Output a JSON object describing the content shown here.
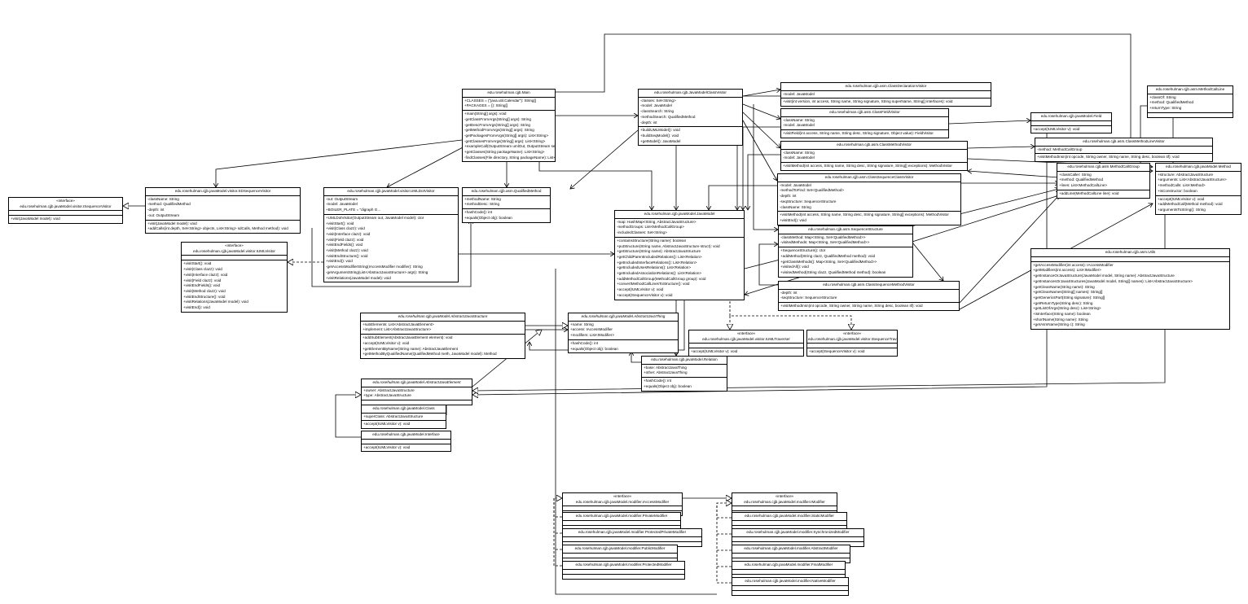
{
  "classes": {
    "isequencevisitor": {
      "stereotype": "«interface»",
      "name": "edu.rosehulman.cjjb.javaModel.visitor.ISequenceVisitor",
      "fields": [],
      "methods": [
        "+visit(JavaModel model): void"
      ]
    },
    "sdsequencevisitor": {
      "name": "edu.rosehulman.cjjb.javaModel.visitor.SDSequenceVisitor",
      "fields": [
        "-className: String",
        "-method: QualifiedMethod",
        "-depth: int",
        "-out: OutputStream"
      ],
      "methods": [
        "+visit(JavaModel model): void",
        "+addCalls(int depth, Set<String> objects, List<String> sdCalls, Method method): void"
      ]
    },
    "umldotvisitor": {
      "name": "edu.rosehulman.cjjb.javaModel.visitor.UMLDotVisitor",
      "fields": [
        "-out: OutputStream",
        "-model: JavaModel",
        "+BOILER_PLATE = \"digraph G..."
      ],
      "methods": [
        "+UMLDotVisitor(OutputStream out, JavaModel model): ctor",
        "+visitStart(): void",
        "+visit(Class clazz): void",
        "+visit(Interface clazz): void",
        "+visit(Field clazz): void",
        "+visitEndFields(): void",
        "+visit(Method clazz): void",
        "+visitEndStructure(): void",
        "+visitEnd(): void",
        "-getAccessModifierString(IAccessModifier modifier): String",
        "-getArgumentString(List<AbstractJavaStructure> args): String",
        "+visitRelations(JavaModel model): void"
      ]
    },
    "iumlvisitor": {
      "stereotype": "«interface»",
      "name": "edu.rosehulman.cjjb.javaModel.visitor.IUMLVisitor",
      "fields": [],
      "methods": [
        "+visitStart(): void",
        "+visit(Class clazz): void",
        "+visit(Interface clazz): void",
        "+visit(Field clazz): void",
        "+visitEndFields(): void",
        "+visit(Method clazz): void",
        "+visitEndStructure(): void",
        "+visitRelations(JavaModel model): void",
        "+visitEnd(): void"
      ]
    },
    "main": {
      "name": "edu.rosehulman.cjjb.Main",
      "fields": [
        "+CLASSES = {\"java.util.Calendar\"}: String[]",
        "+PACKAGES = {}: String[]"
      ],
      "methods": [
        "+main(String[] args): void",
        "-getClassFromArgs(String[] args): String",
        "-getDescFromArgs(String[] args): String",
        "-getMethodFromArgs(String[] args): String",
        "-getPackagesFromArgs(String[] args): List<String>",
        "-getClassesFromArgs(String[] args): List<String>",
        "+exampleCall(OutputStream umlOut, OutputStream seqOut): void",
        "+getClasses(String packageName): List<String>",
        "-findClasses(File directory, String packageName): List<String>"
      ]
    },
    "qualifiedmethod": {
      "name": "edu.rosehulman.cjjb.asm.QualifiedMethod",
      "fields": [
        "+methodName: String",
        "+methodDesc: String"
      ],
      "methods": [
        "+hashCode(): int",
        "+equals(Object obj): boolean"
      ]
    },
    "javamodelclassvisitor": {
      "name": "edu.rosehulman.cjjb.JavaModelClassVisitor",
      "fields": [
        "-classes: Set<String>",
        "-model: JavaModel",
        "-classSearch: String",
        "-methodSearch: QualifiedMethod",
        "-depth: int"
      ],
      "methods": [
        "+buildUMLModel(): void",
        "+buildSeqModel(): void",
        "+getModel(): JavaModel"
      ]
    },
    "javamodel": {
      "name": "edu.rosehulman.cjjb.javaModel.JavaModel",
      "fields": [
        "-map: HashMap<String, AbstractJavaStructure>",
        "-methodGroups: List<MethodCallGroup>",
        "-includedClasses: Set<String>"
      ],
      "methods": [
        "+containsStructure(String name): boolean",
        "+putStructure(String name, AbstractJavaStructure struct): void",
        "+getStructure(String name): AbstractJavaStructure",
        "+getChildParentIncludedRelations(): List<Relation>",
        "+getIncludedInterfaceRelations(): List<Relation>",
        "+getIncludedUsesRelations(): List<Relation>",
        "+getIncludedAssociationRelations(): List<Relation>",
        "+addMethodCallGroup(MethodCallGroup group): void",
        "+convertMethodCallLinesToStructure(): void",
        "+accept(IUMLVisitor v): void",
        "+accept(ISequenceVisitor v): void"
      ]
    },
    "classdeclarationvisitor": {
      "name": "edu.rosehulman.cjjb.asm.ClassDeclarationVisitor",
      "fields": [
        "-model: JavaModel"
      ],
      "methods": [
        "+visit(int version, int access, String name, String signature, String superName, String[] interfaces): void"
      ]
    },
    "classfieldvisitor": {
      "name": "edu.rosehulman.cjjb.asm.ClassFieldVisitor",
      "fields": [
        "-className: String",
        "-model: JavaModel"
      ],
      "methods": [
        "+visitField(int access, String name, String desc, String signature, Object value): FieldVisitor"
      ]
    },
    "classmethodvisitor": {
      "name": "edu.rosehulman.cjjb.asm.ClassMethodVisitor",
      "fields": [
        "-className: String",
        "-model: JavaModel"
      ],
      "methods": [
        "+visitMethod(int access, String name, String desc, String signature, String[] exceptions): MethodVisitor"
      ]
    },
    "classsequenceclassvisitor": {
      "name": "edu.rosehulman.cjjb.asm.ClassSequenceClassVisitor",
      "fields": [
        "-model: JavaModel",
        "-methodToFind: Set<QualifiedMethod>",
        "-depth: int",
        "-seqStructure: SequenceStructure",
        "-className: String"
      ],
      "methods": [
        "+visitMethod(int access, String name, String desc, String signature, String[] exceptions): MethodVisitor",
        "+visitEnd(): void"
      ]
    },
    "sequencestructure": {
      "name": "edu.rosehulman.cjjb.asm.SequenceStructure",
      "fields": [
        "-classMethod: Map<String, Set<QualifiedMethod>>",
        "-visitedMethods: Map<String, Set<QualifiedMethod>>"
      ],
      "methods": [
        "+SequenceStructure(): ctor",
        "+addMethod(String clazz, QualifiedMethod method): void",
        "+getClassMethods(): Map<String, Set<QualifiedMethod>>",
        "+visitedAll(): void",
        "+visitedMethod(String clazz, QualifiedMethod method): boolean"
      ]
    },
    "classsequencemethodvisitor": {
      "name": "edu.rosehulman.cjjb.asm.ClassSequenceMethodVisitor",
      "fields": [
        "-depth: int",
        "-seqStructure: SequenceStructure"
      ],
      "methods": [
        "+visitMethodInsn(int opcode, String owner, String name, String desc, boolean itf): void"
      ]
    },
    "field": {
      "name": "edu.rosehulman.cjjb.javaModel.Field",
      "fields": [],
      "methods": [
        "+accept(IUMLVisitor v): void"
      ]
    },
    "methodcallline": {
      "name": "edu.rosehulman.cjjb.asm.MethodCallLine",
      "fields": [
        "+classOf: String",
        "+method: QualifiedMethod",
        "+returnType: String"
      ],
      "methods": []
    },
    "classmethodlinevisitor": {
      "name": "edu.rosehulman.cjjb.asm.ClassMethodLineVisitor",
      "fields": [
        "-method: MethodCallGroup"
      ],
      "methods": [
        "+visitMethodInsn(int opcode, String owner, String name, String desc, boolean itf): void"
      ]
    },
    "methodcallgroup": {
      "name": "edu.rosehulman.cjjb.asm.MethodCallGroup",
      "fields": [
        "+classCaller: String",
        "+method: QualifiedMethod",
        "+lines: List<MethodCallLine>"
      ],
      "methods": [
        "+addLine(MethodCallLine line): void"
      ]
    },
    "method": {
      "name": "edu.rosehulman.cjjb.javaModel.Method",
      "fields": [
        "+structure: AbstractJavaStructure",
        "+arguments: List<AbstractJavaStructure>",
        "+methodCalls: List<Method>",
        "+isConstructor: boolean"
      ],
      "methods": [
        "+accept(IUMLVisitor v): void",
        "+addMethodCall(Method method): void",
        "+argumentsToString(): String"
      ]
    },
    "utils": {
      "name": "edu.rosehulman.cjjb.asm.Utils",
      "fields": [],
      "methods": [
        "+getAccessModifier(int access): IAccessModifier",
        "+getModifiers(int access): List<IModifier>",
        "+getInstanceOrJavaStructure(JavaModel model, String name): AbstractJavaStructure",
        "+getInstancesOrJavaStructures(JavaModel model, String[] names): List<AbstractJavaStructure>",
        "+getCleanName(String name): String",
        "+getCleanNames(String[] names): String[]",
        "+getGenericsPart(String signature): String[]",
        "+getReturnType(String desc): String",
        "+getListOfArgs(String desc): List<String>",
        "+isInterface(String name): boolean",
        "+shortName(String name): String",
        "+getAsmName(String c): String"
      ]
    },
    "abstractjavastructure": {
      "abstract": true,
      "name": "edu.rosehulman.cjjb.javaModel.AbstractJavaStructure",
      "fields": [
        "+subElements: List<AbstractJavaElement>",
        "+implement: List<AbstractJavaStructure>"
      ],
      "methods": [
        "+addSubElement(AbstractJavaElement element): void",
        "+accept(IUMLVisitor v): void",
        "+getElementByName(String name): AbstractJavaElement",
        "+getMethodByQualifiedName(QualifiedMethod meth, JavaModel model): Method"
      ]
    },
    "abstractjavathing": {
      "abstract": true,
      "name": "edu.rosehulman.cjjb.javaModel.AbstractJavaThing",
      "fields": [
        "+name: String",
        "+access: IAccessModifier",
        "+modifiers: List<IModifier>"
      ],
      "methods": [
        "+hashCode(): int",
        "+equals(Object obj): boolean"
      ]
    },
    "iumltraverser": {
      "stereotype": "«interface»",
      "name": "edu.rosehulman.cjjb.javaModel.visitor.IUMLTraverser",
      "fields": [],
      "methods": [
        "+accept(IUMLVisitor v): void"
      ]
    },
    "isequencetraverser": {
      "stereotype": "«interface»",
      "name": "edu.rosehulman.cjjb.javaModel.visitor.ISequenceTraverser",
      "fields": [],
      "methods": [
        "+accept(ISequenceVisitor v): void"
      ]
    },
    "relation": {
      "name": "edu.rosehulman.cjjb.javaModel.Relation",
      "fields": [
        "+base: AbstractJavaThing",
        "+other: AbstractJavaThing"
      ],
      "methods": [
        "+hashCode(): int",
        "+equals(Object obj): boolean"
      ]
    },
    "abstractjavaelement": {
      "abstract": true,
      "name": "edu.rosehulman.cjjb.javaModel.AbstractJavaElement",
      "fields": [
        "+owner: AbstractJavaStructure",
        "+type: AbstractJavaStructure"
      ],
      "methods": []
    },
    "class": {
      "name": "edu.rosehulman.cjjb.javaModel.Class",
      "fields": [
        "+superClass: AbstractJavaStructure"
      ],
      "methods": [
        "+accept(IUMLVisitor v): void"
      ]
    },
    "interface": {
      "name": "edu.rosehulman.cjjb.javaModel.Interface",
      "fields": [],
      "methods": [
        "+accept(IUMLVisitor v): void"
      ]
    },
    "iaccessmodifier": {
      "stereotype": "«interface»",
      "name": "edu.rosehulman.cjjb.javaModel.modifier.IAccessModifier",
      "fields": [],
      "methods": []
    },
    "privatemodifier": {
      "name": "edu.rosehulman.cjjb.javaModel.modifier.PrivateModifier",
      "fields": [],
      "methods": []
    },
    "protectedprivatemodifier": {
      "name": "edu.rosehulman.cjjb.javaModel.modifier.ProtectedPrivateModifier",
      "fields": [],
      "methods": []
    },
    "publicmodifier": {
      "name": "edu.rosehulman.cjjb.javaModel.modifier.PublicModifier",
      "fields": [],
      "methods": []
    },
    "protectedmodifier": {
      "name": "edu.rosehulman.cjjb.javaModel.modifier.ProtectedModifier",
      "fields": [],
      "methods": []
    },
    "imodifier": {
      "stereotype": "«interface»",
      "name": "edu.rosehulman.cjjb.javaModel.modifier.IModifier",
      "fields": [],
      "methods": []
    },
    "staticmodifier": {
      "name": "edu.rosehulman.cjjb.javaModel.modifier.StaticModifier",
      "fields": [],
      "methods": []
    },
    "synchronizedmodifier": {
      "name": "edu.rosehulman.cjjb.javaModel.modifier.SynchronizedModifier",
      "fields": [],
      "methods": []
    },
    "abstractmodifier": {
      "name": "edu.rosehulman.cjjb.javaModel.modifier.AbstractModifier",
      "fields": [],
      "methods": []
    },
    "finalmodifier": {
      "name": "edu.rosehulman.cjjb.javaModel.modifier.FinalModifier",
      "fields": [],
      "methods": []
    },
    "nativemodifier": {
      "name": "edu.rosehulman.cjjb.javaModel.modifier.NativeModifier",
      "fields": [],
      "methods": []
    }
  }
}
